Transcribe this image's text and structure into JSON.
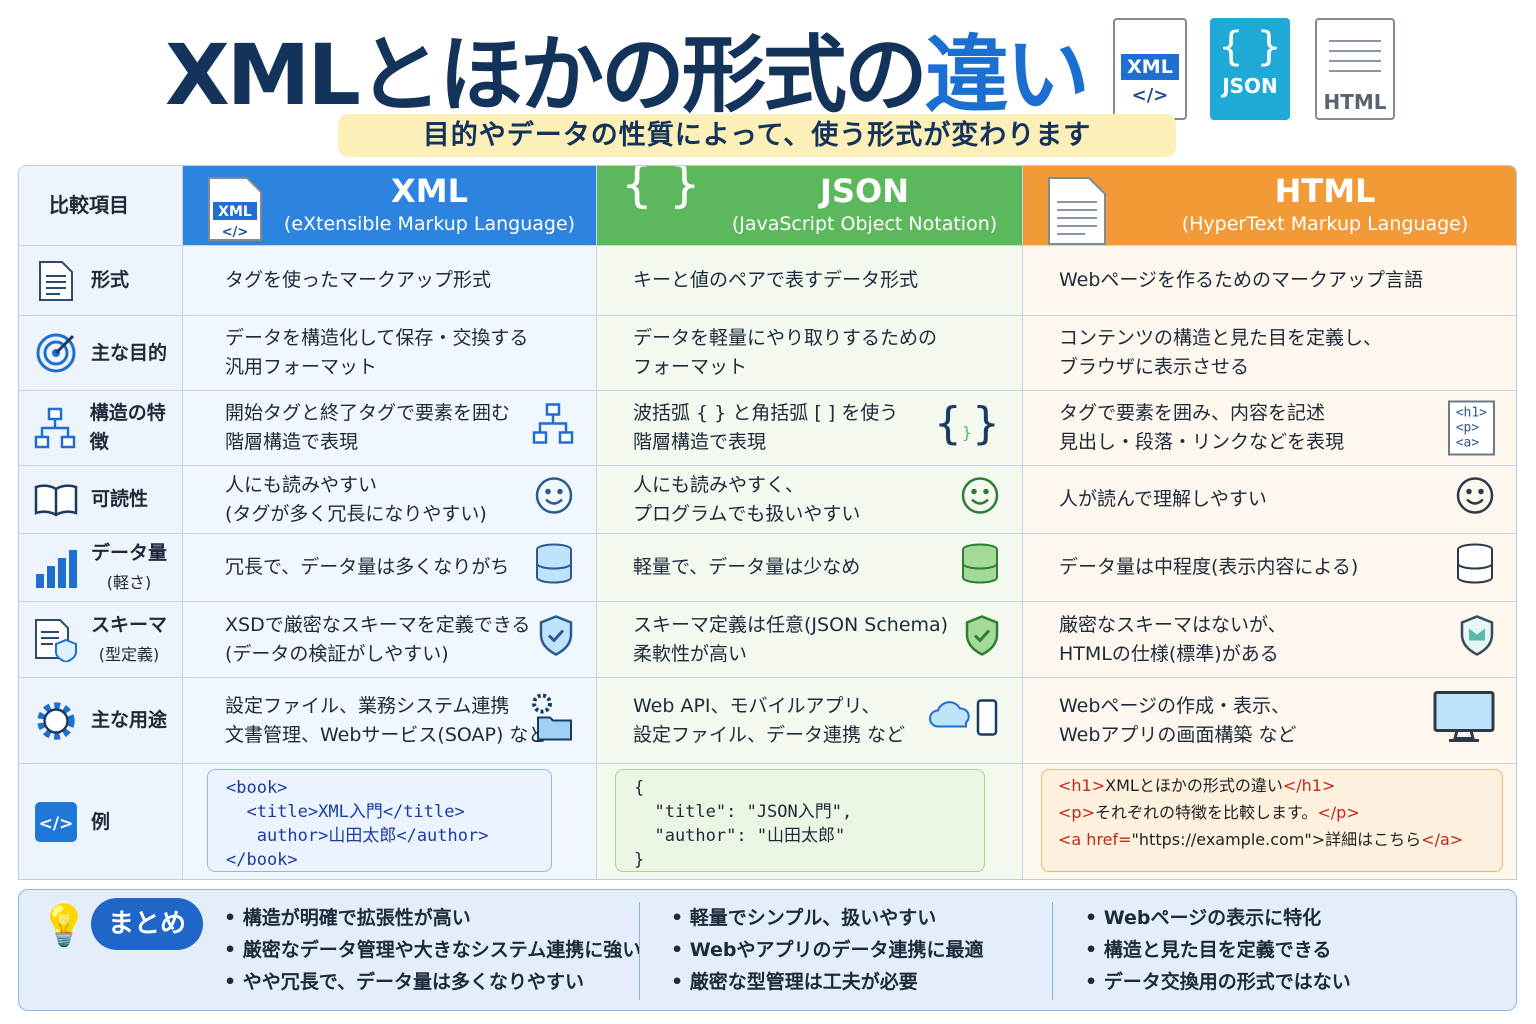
{
  "title": {
    "main": "XMLとほかの形式の",
    "accent": "違い"
  },
  "subtitle": "目的やデータの性質によって、使う形式が変わります",
  "top_icons": {
    "xml_tag": "XML",
    "xml_code": "</>",
    "json_braces": "{ }",
    "json_label": "JSON",
    "html_label": "HTML"
  },
  "table": {
    "corner": "比較項目",
    "headers": [
      {
        "name": "XML",
        "full": "(eXtensible Markup Language)",
        "icon": "xml-file-icon",
        "color": "#2c84e0"
      },
      {
        "name": "JSON",
        "full": "(JavaScript Object Notation)",
        "icon": "braces-icon",
        "color": "#5cb85c"
      },
      {
        "name": "HTML",
        "full": "(HyperText Markup Language)",
        "icon": "document-icon",
        "color": "#f39a38"
      }
    ],
    "rows": [
      {
        "label": "形式",
        "sub": "",
        "icon": "document-icon",
        "cells": [
          [
            "タグを使ったマークアップ形式"
          ],
          [
            "キーと値のペアで表すデータ形式"
          ],
          [
            "Webページを作るためのマークアップ言語"
          ]
        ],
        "cell_icons": [
          "",
          "",
          ""
        ]
      },
      {
        "label": "主な目的",
        "sub": "",
        "icon": "target-icon",
        "cells": [
          [
            "データを構造化して保存・交換する",
            "汎用フォーマット"
          ],
          [
            "データを軽量にやり取りするための",
            "フォーマット"
          ],
          [
            "コンテンツの構造と見た目を定義し、",
            "ブラウザに表示させる"
          ]
        ],
        "cell_icons": [
          "",
          "",
          ""
        ]
      },
      {
        "label": "構造の特徴",
        "sub": "",
        "icon": "hierarchy-icon",
        "cells": [
          [
            "開始タグと終了タグで要素を囲む",
            "階層構造で表現"
          ],
          [
            "波括弧 { } と角括弧 [ ] を使う",
            "階層構造で表現"
          ],
          [
            "タグで要素を囲み、内容を記述",
            "見出し・段落・リンクなどを表現"
          ]
        ],
        "cell_icons": [
          "hierarchy-icon",
          "braces-icon",
          "html-tags-icon"
        ]
      },
      {
        "label": "可読性",
        "sub": "",
        "icon": "book-icon",
        "cells": [
          [
            "人にも読みやすい",
            "(タグが多く冗長になりやすい)"
          ],
          [
            "人にも読みやすく、",
            "プログラムでも扱いやすい"
          ],
          [
            "人が読んで理解しやすい"
          ]
        ],
        "cell_icons": [
          "smiley-icon",
          "smiley-icon",
          "smiley-icon"
        ]
      },
      {
        "label": "データ量",
        "sub": "(軽さ)",
        "icon": "bar-chart-icon",
        "cells": [
          [
            "冗長で、データ量は多くなりがち"
          ],
          [
            "軽量で、データ量は少なめ"
          ],
          [
            "データ量は中程度(表示内容による)"
          ]
        ],
        "cell_icons": [
          "database-icon",
          "database-icon",
          "database-icon"
        ]
      },
      {
        "label": "スキーマ",
        "sub": "(型定義)",
        "icon": "schema-shield-icon",
        "cells": [
          [
            "XSDで厳密なスキーマを定義できる",
            "(データの検証がしやすい)"
          ],
          [
            "スキーマ定義は任意(JSON Schema)",
            "柔軟性が高い"
          ],
          [
            "厳密なスキーマはないが、",
            "HTMLの仕様(標準)がある"
          ]
        ],
        "cell_icons": [
          "shield-check-icon",
          "shield-check-icon",
          "shield-icon"
        ]
      },
      {
        "label": "主な用途",
        "sub": "",
        "icon": "gear-icon",
        "cells": [
          [
            "設定ファイル、業務システム連携",
            "文書管理、Webサービス(SOAP) など"
          ],
          [
            "Web API、モバイルアプリ、",
            "設定ファイル、データ連携 など"
          ],
          [
            "Webページの作成・表示、",
            "Webアプリの画面構築 など"
          ]
        ],
        "cell_icons": [
          "gear-folder-icon",
          "cloud-phone-icon",
          "monitor-icon"
        ]
      }
    ],
    "example": {
      "label": "例",
      "xml": [
        "<book>",
        "  <title>XML入門</title>",
        "   author>山田太郎</author>",
        "</book>"
      ],
      "json": [
        "{",
        "  \"title\": \"JSON入門\",",
        "  \"author\": \"山田太郎\"",
        "}"
      ],
      "html": [
        {
          "open": "<h1>",
          "text": "XMLとほかの形式の違い",
          "close": "</h1>"
        },
        {
          "open": "<p>",
          "text": "それぞれの特徴を比較します。",
          "close": "</p>"
        },
        {
          "open": "<a href=",
          "text": "\"https://example.com\">詳細はこちら",
          "close": "</a>"
        }
      ]
    }
  },
  "summary": {
    "badge": "まとめ",
    "columns": [
      [
        "• 構造が明確で拡張性が高い",
        "• 厳密なデータ管理や大きなシステム連携に強い",
        "• やや冗長で、データ量は多くなりやすい"
      ],
      [
        "• 軽量でシンプル、扱いやすい",
        "• Webやアプリのデータ連携に最適",
        "• 厳密な型管理は工夫が必要"
      ],
      [
        "• Webページの表示に特化",
        "• 構造と見た目を定義できる",
        "• データ交換用の形式ではない"
      ]
    ]
  }
}
